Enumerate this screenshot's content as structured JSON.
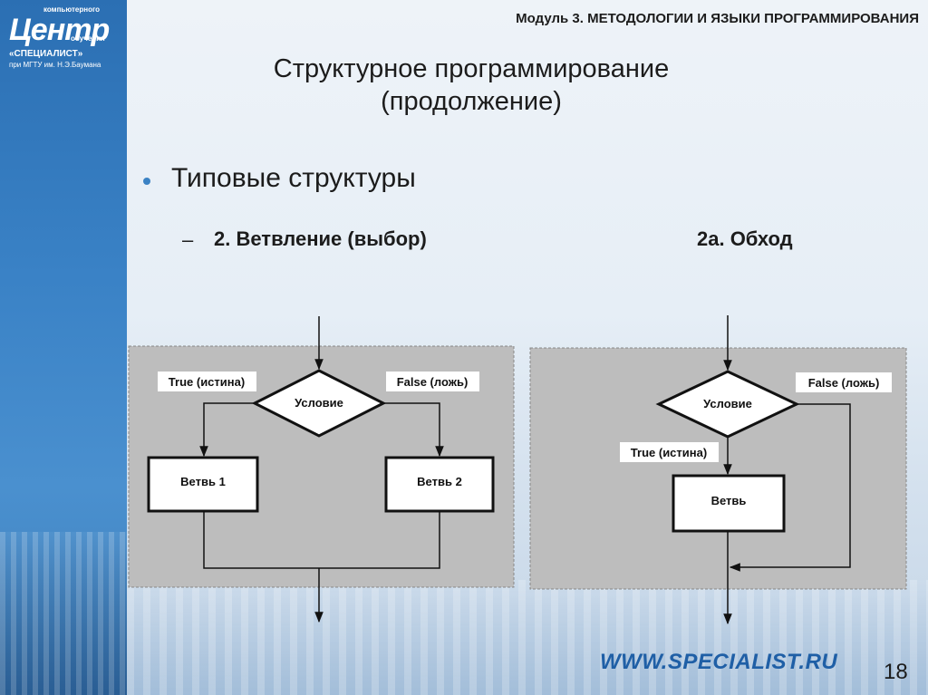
{
  "logo": {
    "small_top": "компьютерного",
    "small_mid": "обучения",
    "big": "Центр",
    "spec": "«СПЕЦИАЛИСТ»",
    "mgtu": "при МГТУ им. Н.Э.Баумана"
  },
  "header": {
    "module": "Модуль 3. МЕТОДОЛОГИИ И ЯЗЫКИ ПРОГРАММИРОВАНИЯ"
  },
  "title": {
    "line1": "Структурное программирование",
    "line2": "(продолжение)"
  },
  "bullet": "Типовые структуры",
  "subitems": {
    "dash": "–",
    "left": "2. Ветвление (выбор)",
    "right": "2а. Обход"
  },
  "diagram_left": {
    "condition": "Условие",
    "true_label": "True (истина)",
    "false_label": "False (ложь)",
    "branch1": "Ветвь 1",
    "branch2": "Ветвь 2"
  },
  "diagram_right": {
    "condition": "Условие",
    "true_label": "True (истина)",
    "false_label": "False (ложь)",
    "branch": "Ветвь"
  },
  "footer": {
    "url": "WWW.SPECIALIST.RU",
    "page_number": "18"
  },
  "colors": {
    "accent": "#3b82c4",
    "panel": "#bdbdbd",
    "url": "#1f5fa6"
  }
}
